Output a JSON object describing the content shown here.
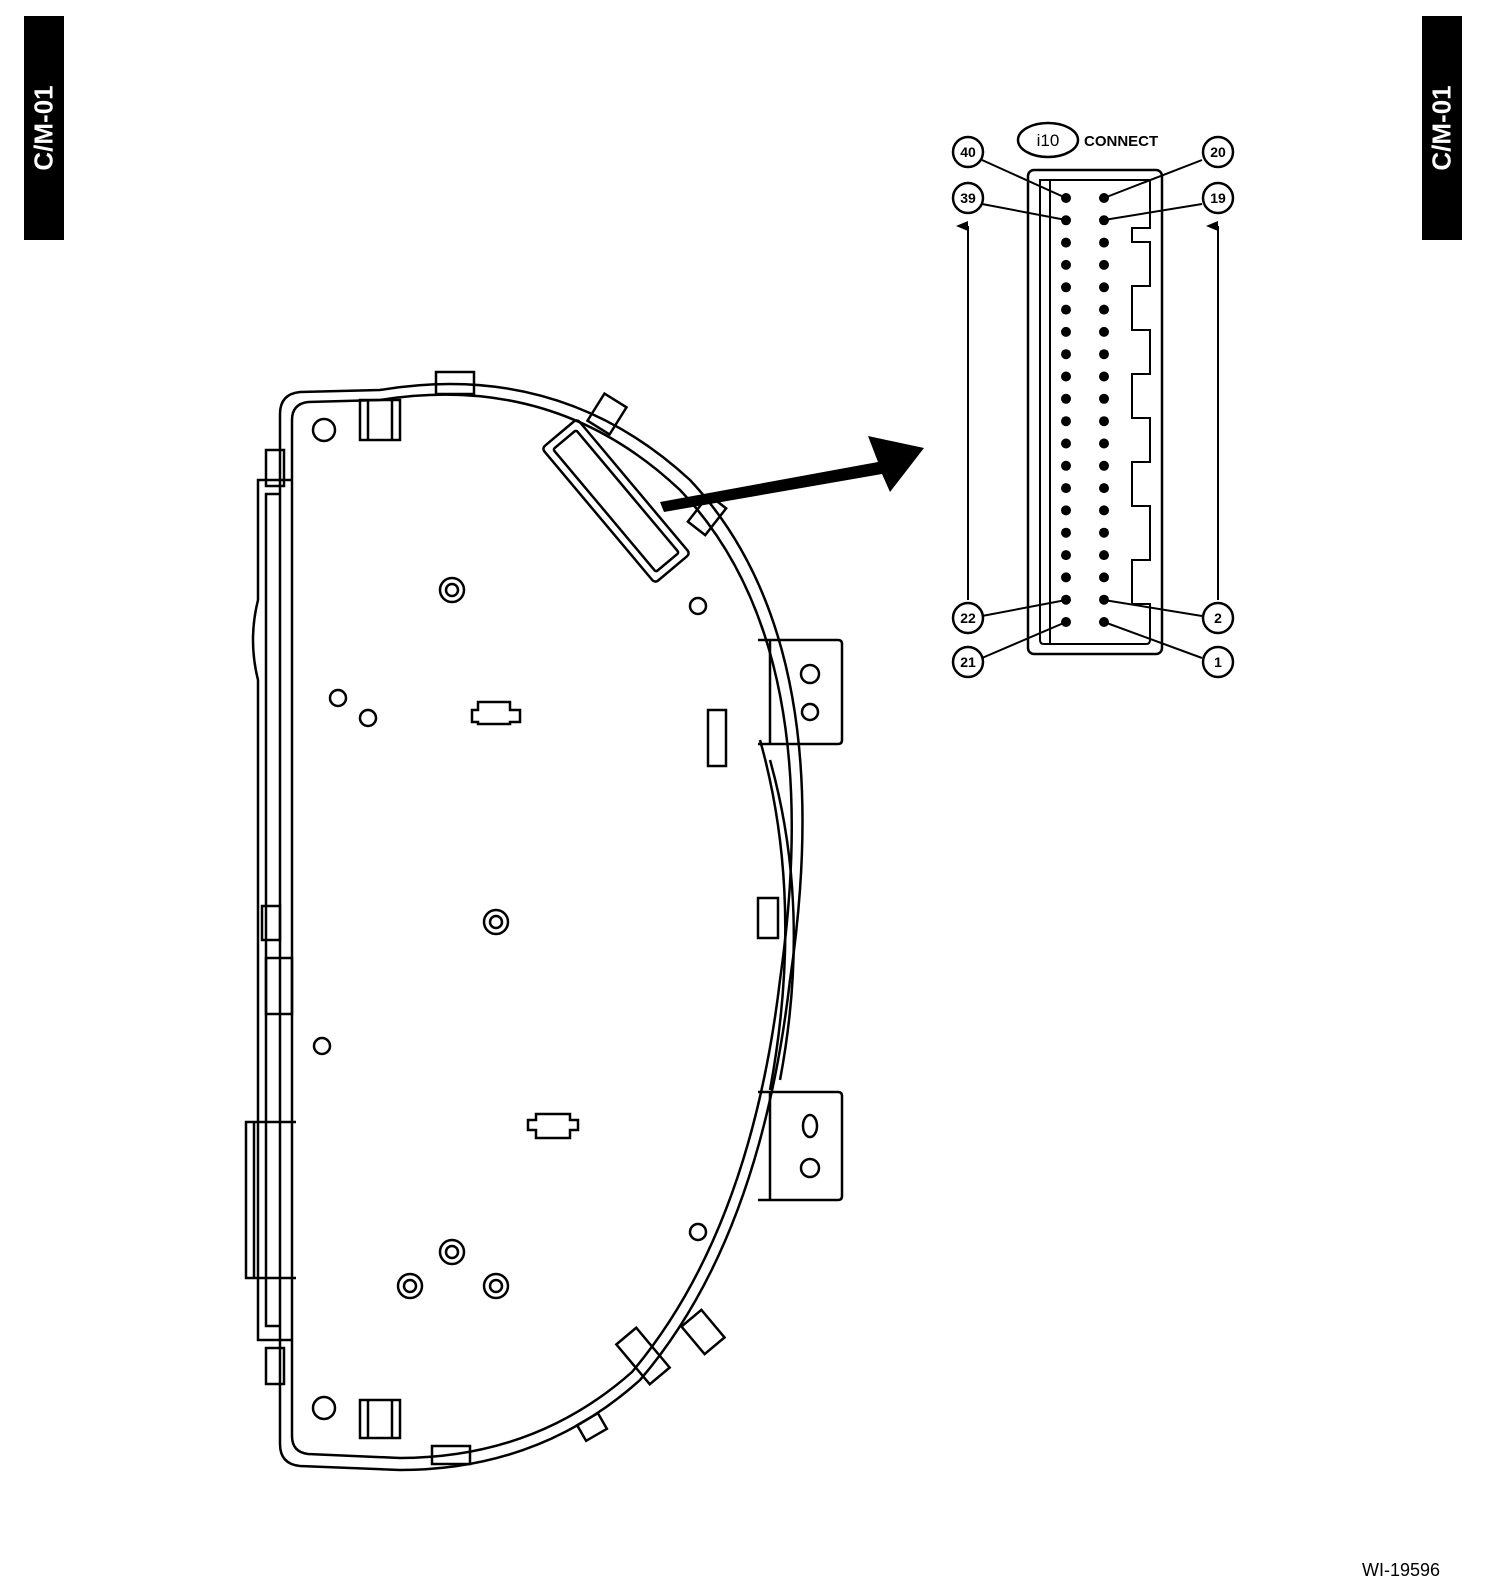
{
  "section_tab": "C/M-01",
  "connector": {
    "id": "i10",
    "label": "CONNECT",
    "pin_labels": {
      "top_left": "40",
      "second_left": "39",
      "second_bottom_left": "22",
      "bottom_left": "21",
      "top_right": "20",
      "second_right": "19",
      "second_bottom_right": "2",
      "bottom_right": "1"
    }
  },
  "figure_id": "WI-19596",
  "colors": {
    "ink": "#000000",
    "paper": "#ffffff"
  }
}
